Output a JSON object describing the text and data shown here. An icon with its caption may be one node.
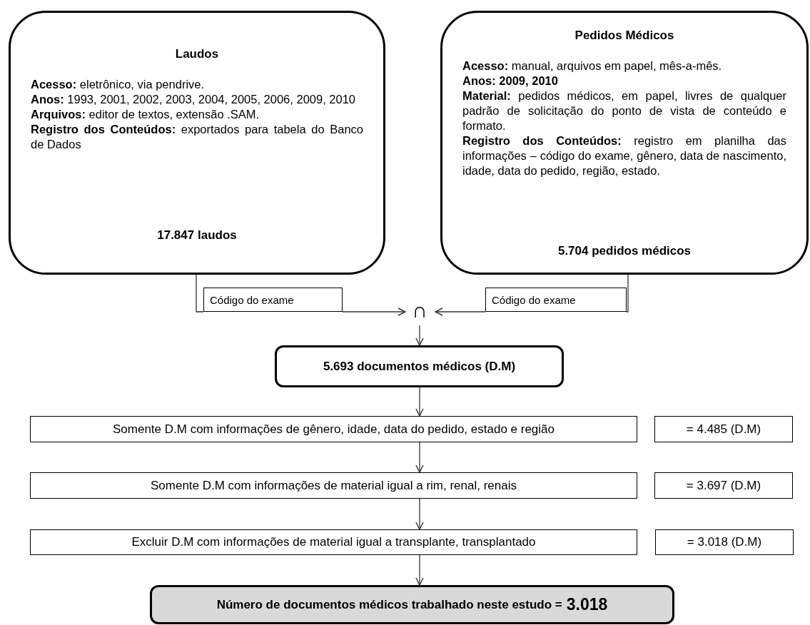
{
  "diagram": {
    "nodes": [
      {
        "text": [
          "Laudos",
          "**Acesso:** eletrônico, via pendrive.",
          "**Anos:** 1993, 2001, 2002, 2003, 2004, 2005, 2006, 2009, 2010",
          "**Arquivos:** editor de textos, extensão .SAM.",
          "**Registro dos Conteúdos:** exportados para tabela do Banco de Dados",
          "17.847 laudos"
        ]
      },
      {
        "text": [
          "Pedidos Médicos",
          "**Acesso:** manual, arquivos em papel, mês-a-mês.",
          "**Anos: 2009, 2010**",
          "**Material:** pedidos médicos, em papel, livres de qualquer padrão de solicitação do ponto de vista de conteúdo e formato.",
          "**Registro dos Conteúdos:** registro em planilha das informações – código do exame, gênero, data de nascimento, idade, data do pedido, região, estado.",
          "5.704 pedidos médicos"
        ]
      },
      {
        "text": [
          "Código do exame"
        ]
      },
      {
        "text": [
          "Código do exame"
        ]
      },
      {
        "text": [
          "∩"
        ]
      },
      {
        "text": [
          "5.693 documentos médicos (D.M)"
        ]
      },
      {
        "text": [
          "Somente D.M com informações de gênero, idade, data do pedido, estado e região"
        ]
      },
      {
        "text": [
          "= 4.485 (D.M)"
        ]
      },
      {
        "text": [
          "Somente D.M com informações de material igual a rim, renal, renais"
        ]
      },
      {
        "text": [
          "= 3.697 (D.M)"
        ]
      },
      {
        "text": [
          "Excluir D.M com informações de material igual a transplante, transplantado"
        ]
      },
      {
        "text": [
          "= 3.018 (D.M)"
        ]
      },
      {
        "text": [
          "Número de documentos médicos trabalhado neste estudo =",
          "3.018"
        ]
      }
    ],
    "edges": [
      {
        "from": 0,
        "to": 2,
        "arrow": "none"
      },
      {
        "from": 2,
        "to": 4,
        "arrow": "to"
      },
      {
        "from": 1,
        "to": 3,
        "arrow": "none"
      },
      {
        "from": 3,
        "to": 4,
        "arrow": "to"
      },
      {
        "from": 4,
        "to": 5,
        "arrow": "to"
      },
      {
        "from": 5,
        "to": 6,
        "arrow": "to"
      },
      {
        "from": 6,
        "to": 8,
        "arrow": "to"
      },
      {
        "from": 8,
        "to": 10,
        "arrow": "to"
      },
      {
        "from": 10,
        "to": 12,
        "arrow": "to"
      }
    ]
  }
}
